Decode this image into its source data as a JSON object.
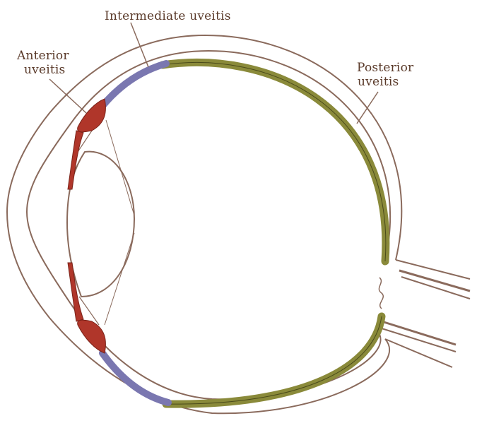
{
  "labels": {
    "intermediate": "Intermediate uveitis",
    "anterior_line1": "Anterior",
    "anterior_line2": "uveitis",
    "posterior_line1": "Posterior",
    "posterior_line2": "uveitis"
  },
  "colors": {
    "outline": "#8a6a5c",
    "anterior_region": "#b0362a",
    "intermediate_region": "#7a77b0",
    "posterior_region": "#8a8a3a",
    "label_text": "#5a3a2a"
  }
}
